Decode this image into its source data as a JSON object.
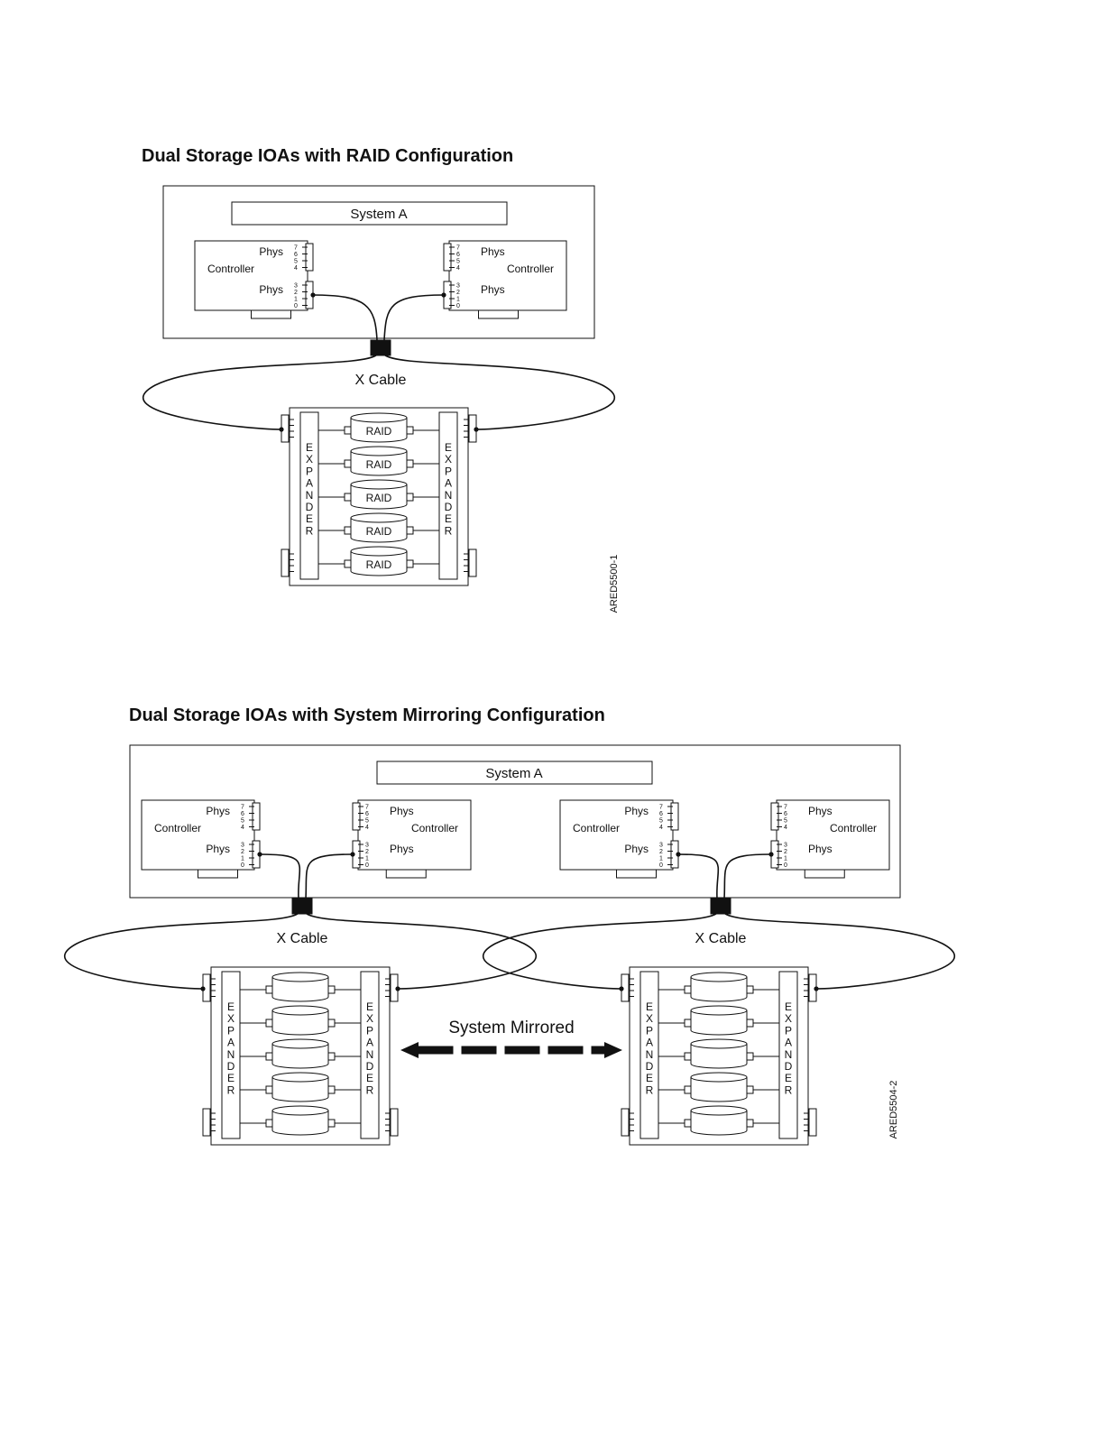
{
  "figures": [
    {
      "title": "Dual Storage IOAs with RAID Configuration",
      "system_label": "System A",
      "controller_label": "Controller",
      "phys_label": "Phys",
      "phys_upper_ports": [
        "7",
        "6",
        "5",
        "4"
      ],
      "phys_lower_ports": [
        "3",
        "2",
        "1",
        "0"
      ],
      "cable_label": "X Cable",
      "expander_label": "EXPANDER",
      "disk_labels": [
        "RAID",
        "RAID",
        "RAID",
        "RAID",
        "RAID"
      ],
      "figure_id": "ARED5500-1"
    },
    {
      "title": "Dual Storage IOAs with System Mirroring Configuration",
      "system_label": "System A",
      "controller_label": "Controller",
      "phys_label": "Phys",
      "phys_upper_ports": [
        "7",
        "6",
        "5",
        "4"
      ],
      "phys_lower_ports": [
        "3",
        "2",
        "1",
        "0"
      ],
      "cable_label": "X Cable",
      "expander_label": "EXPANDER",
      "mirror_label": "System Mirrored",
      "figure_id": "ARED5504-2"
    }
  ]
}
